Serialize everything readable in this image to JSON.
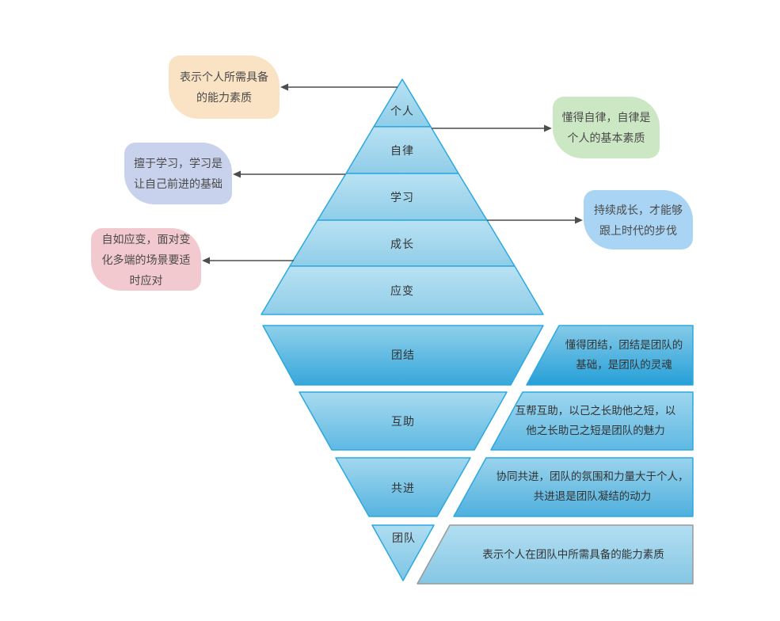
{
  "colors": {
    "shape_border": "#2BA9DF",
    "gray_border": "#999999",
    "arrow": "#4D4D4D",
    "text": "#3d3d3d",
    "callout_orange": "#FAE3C5",
    "callout_purple": "#C9D2EC",
    "callout_pink": "#F2C9CE",
    "callout_green": "#CCE7C4",
    "callout_blue": "#A9D4F3",
    "pyramid_fill_top": "#B9E2F3",
    "pyramid_fill_bottom": "#37A7DB"
  },
  "upper_pyramid": {
    "levels": [
      {
        "label": "个人"
      },
      {
        "label": "自律"
      },
      {
        "label": "学习"
      },
      {
        "label": "成长"
      },
      {
        "label": "应变"
      }
    ]
  },
  "lower_pyramid": {
    "levels": [
      {
        "label": "团结"
      },
      {
        "label": "互助"
      },
      {
        "label": "共进"
      },
      {
        "label": "团队"
      }
    ]
  },
  "callouts": [
    {
      "id": "individual",
      "text": "表示个人所需具备\n的能力素质"
    },
    {
      "id": "self-discipline",
      "text": "懂得自律，自律是\n个人的基本素质"
    },
    {
      "id": "learning",
      "text": "擅于学习，学习是\n让自己前进的基础"
    },
    {
      "id": "growth",
      "text": "持续成长，才能够\n跟上时代的步伐"
    },
    {
      "id": "adaptability",
      "text": "自如应变，面对变\n化多端的场景要适\n时应对"
    }
  ],
  "team_boxes": [
    {
      "id": "unity",
      "text": "懂得团结，团结是团队的\n基础，是团队的灵魂"
    },
    {
      "id": "mutual-help",
      "text": "互帮互助，以己之长助他之短，以\n他之长助己之短是团队的魅力"
    },
    {
      "id": "joint-progress",
      "text": "协同共进，团队的氛围和力量大于个人，\n共进退是团队凝结的动力"
    },
    {
      "id": "team-note",
      "text": "表示个人在团队中所需具备的能力素质"
    }
  ]
}
